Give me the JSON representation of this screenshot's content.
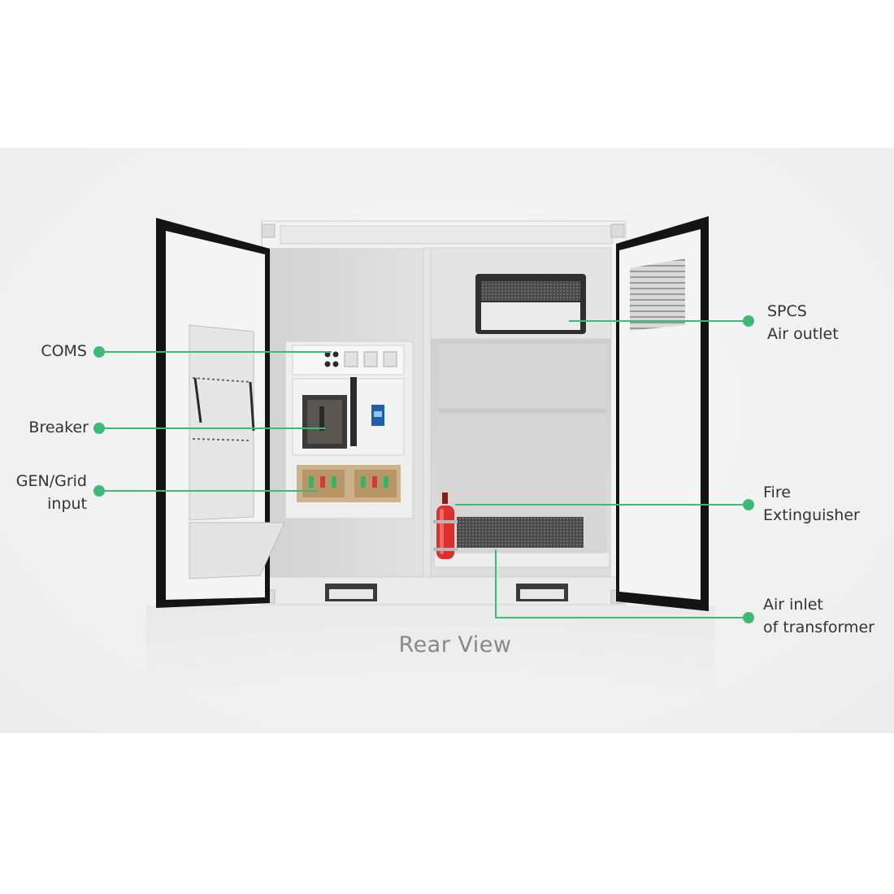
{
  "caption": "Rear View",
  "accent_color": "#3dba78",
  "callouts": {
    "coms": {
      "lines": [
        "COMS"
      ]
    },
    "breaker": {
      "lines": [
        "Breaker"
      ]
    },
    "gen_grid_input": {
      "lines": [
        "GEN/Grid",
        "input"
      ]
    },
    "spcs_air_outlet": {
      "lines": [
        "SPCS",
        "Air outlet"
      ]
    },
    "fire_extinguisher": {
      "lines": [
        "Fire",
        "Extinguisher"
      ]
    },
    "air_inlet_transformer": {
      "lines": [
        "Air inlet",
        "of transformer"
      ]
    }
  }
}
